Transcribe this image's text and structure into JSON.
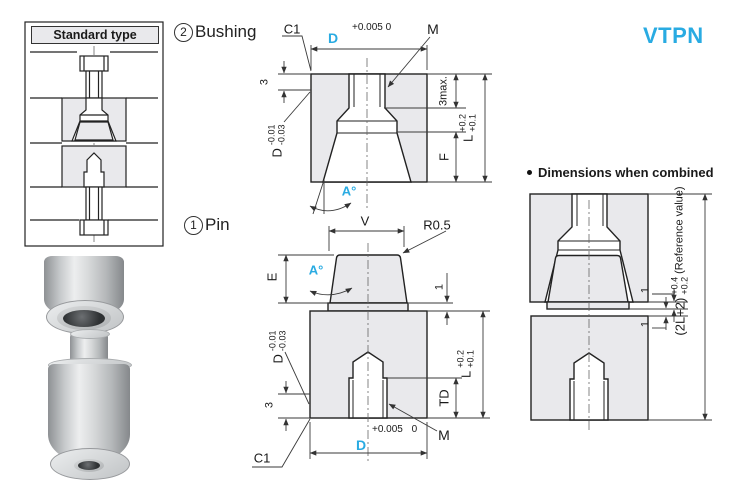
{
  "brand": {
    "name": "VTPN",
    "color": "#29abe2"
  },
  "standard_box": {
    "title": "Standard type"
  },
  "sections": {
    "bushing": {
      "number": "2",
      "name": "Bushing"
    },
    "pin": {
      "number": "1",
      "name": "Pin"
    },
    "combined": {
      "title": "Dimensions when combined"
    }
  },
  "bushing_dims": {
    "chamfer": "C1",
    "bore_d": "D",
    "bore_tol_top": "+0.005",
    "bore_tol_bottom": "0",
    "thread": "M",
    "straight_len": "3",
    "od_d": "D",
    "od_tol_top": "-0.01",
    "od_tol_bottom": "-0.03",
    "depth_max": "3max.",
    "f": "F",
    "l": "L",
    "l_tol_top": "+0.2",
    "l_tol_bottom": "+0.1",
    "angle": "A°"
  },
  "pin_dims": {
    "v": "V",
    "radius": "R0.5",
    "e": "E",
    "angle": "A°",
    "collar": "1",
    "od_d": "D",
    "od_tol_top": "-0.01",
    "od_tol_bottom": "-0.03",
    "l": "L",
    "l_tol_top": "+0.2",
    "l_tol_bottom": "+0.1",
    "td": "TD",
    "thread": "M",
    "bore_d": "D",
    "bore_tol_top": "+0.005",
    "bore_tol_bottom": "0",
    "straight_len": "3",
    "chamfer": "C1"
  },
  "combined_dims": {
    "gap_top": "1",
    "gap_bottom": "1",
    "total": "(2L+2)",
    "tol_top": "+0.4",
    "tol_bottom": "+0.2",
    "reference": "(Reference value)"
  },
  "colors": {
    "accent_blue": "#29abe2",
    "fill_gray": "#e9e9ec",
    "line": "#222222"
  }
}
